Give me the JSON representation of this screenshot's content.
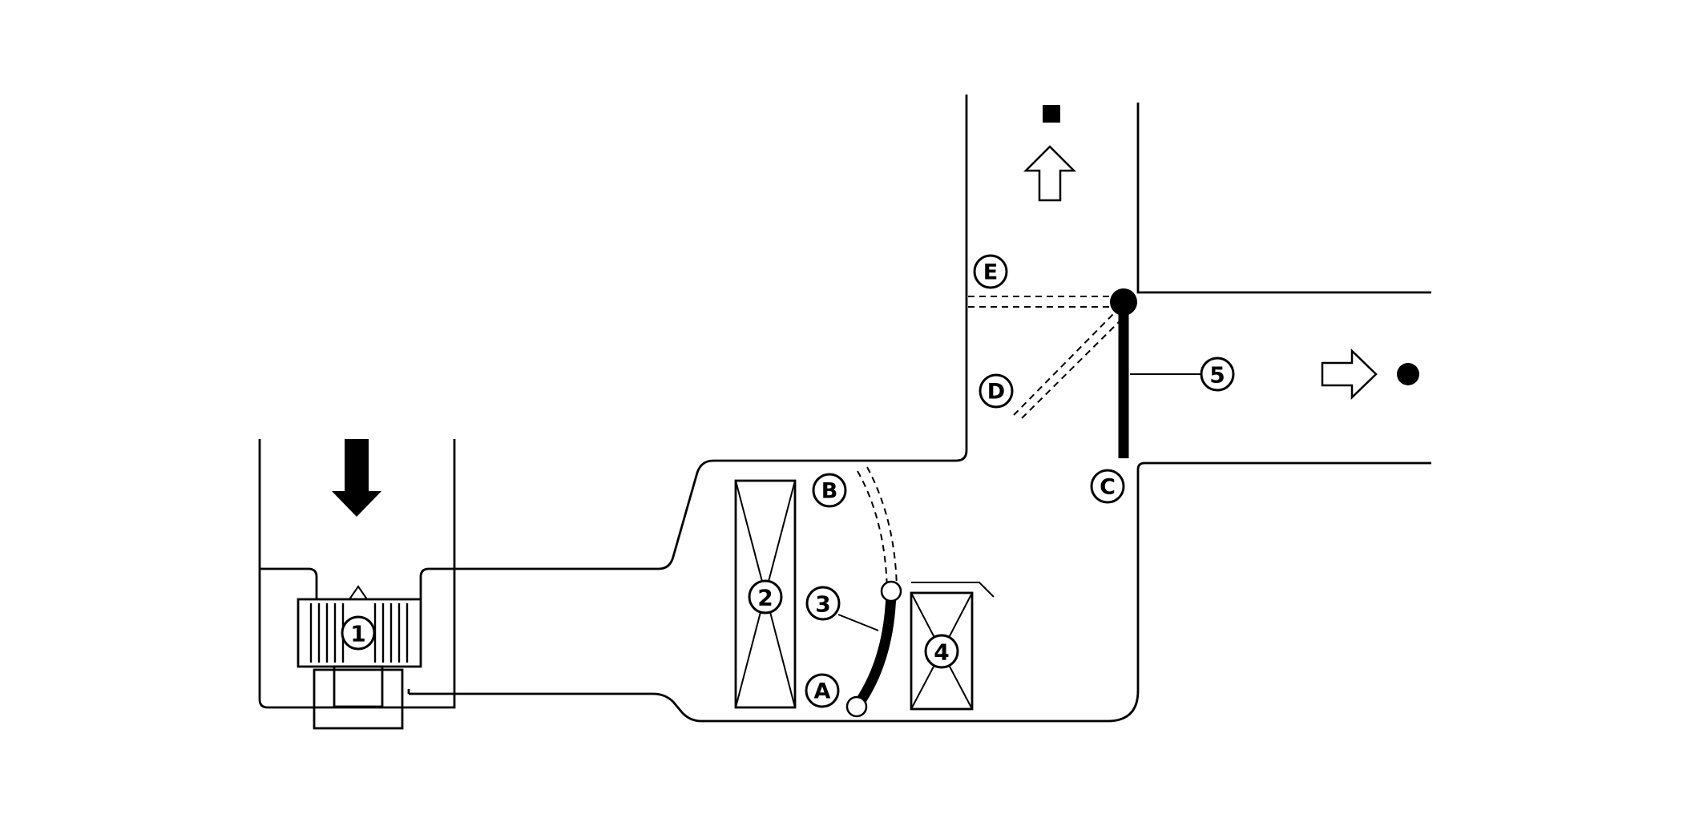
{
  "labels": {
    "blower": "1",
    "evaporator": "2",
    "air_mix_door": "3",
    "heater_core": "4",
    "outlet_door": "5",
    "pos_a": "A",
    "pos_b": "B",
    "pos_c": "C",
    "pos_d": "D",
    "pos_e": "E"
  }
}
